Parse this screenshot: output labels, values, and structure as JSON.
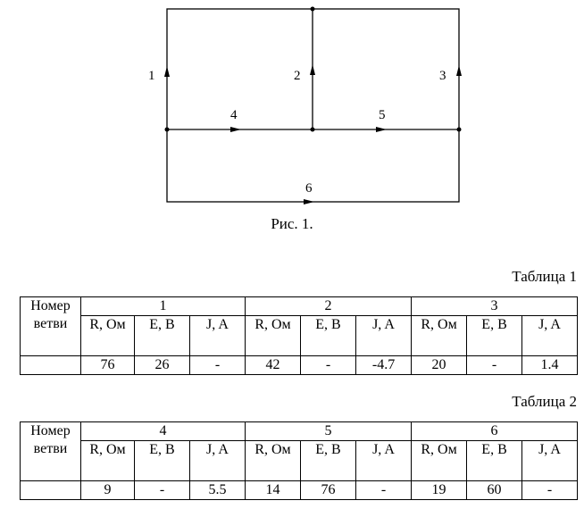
{
  "figure": {
    "branch_labels": [
      "1",
      "2",
      "3",
      "4",
      "5",
      "6"
    ],
    "caption": "Рис. 1."
  },
  "tables": [
    {
      "caption": "Таблица 1",
      "row_header": "Номер ветви",
      "branches": [
        {
          "number": "1",
          "headers": [
            "R, Ом",
            "E, B",
            "J, A"
          ],
          "values": [
            "76",
            "26",
            "-"
          ]
        },
        {
          "number": "2",
          "headers": [
            "R, Ом",
            "E, B",
            "J, A"
          ],
          "values": [
            "42",
            "-",
            "-4.7"
          ]
        },
        {
          "number": "3",
          "headers": [
            "R, Ом",
            "E, B",
            "J, A"
          ],
          "values": [
            "20",
            "-",
            "1.4"
          ]
        }
      ]
    },
    {
      "caption": "Таблица 2",
      "row_header": "Номер ветви",
      "branches": [
        {
          "number": "4",
          "headers": [
            "R, Ом",
            "E, B",
            "J, A"
          ],
          "values": [
            "9",
            "-",
            "5.5"
          ]
        },
        {
          "number": "5",
          "headers": [
            "R, Ом",
            "E, B",
            "J, A"
          ],
          "values": [
            "14",
            "76",
            "-"
          ]
        },
        {
          "number": "6",
          "headers": [
            "R, Ом",
            "E, B",
            "J, A"
          ],
          "values": [
            "19",
            "60",
            "-"
          ]
        }
      ]
    }
  ]
}
